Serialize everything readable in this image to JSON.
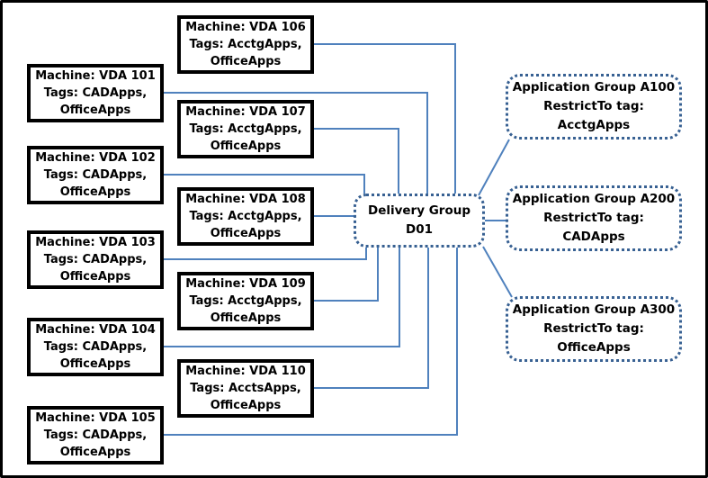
{
  "machines": [
    {
      "lines": [
        "Machine: VDA 101",
        "Tags: CADApps,",
        "OfficeApps"
      ]
    },
    {
      "lines": [
        "Machine: VDA 102",
        "Tags: CADApps,",
        "OfficeApps"
      ]
    },
    {
      "lines": [
        "Machine: VDA 103",
        "Tags: CADApps,",
        "OfficeApps"
      ]
    },
    {
      "lines": [
        "Machine: VDA 104",
        "Tags: CADApps,",
        "OfficeApps"
      ]
    },
    {
      "lines": [
        "Machine: VDA 105",
        "Tags: CADApps,",
        "OfficeApps"
      ]
    },
    {
      "lines": [
        "Machine: VDA 106",
        "Tags: AcctgApps,",
        "OfficeApps"
      ]
    },
    {
      "lines": [
        "Machine: VDA 107",
        "Tags: AcctgApps,",
        "OfficeApps"
      ]
    },
    {
      "lines": [
        "Machine: VDA 108",
        "Tags: AcctgApps,",
        "OfficeApps"
      ]
    },
    {
      "lines": [
        "Machine: VDA 109",
        "Tags: AcctgApps,",
        "OfficeApps"
      ]
    },
    {
      "lines": [
        "Machine: VDA 110",
        "Tags: AcctsApps,",
        "OfficeApps"
      ]
    }
  ],
  "delivery_group": {
    "lines": [
      "Delivery Group",
      "D01"
    ]
  },
  "application_groups": [
    {
      "lines": [
        "Application Group A100",
        "RestrictTo tag:",
        "AcctgApps"
      ]
    },
    {
      "lines": [
        "Application Group A200",
        "RestrictTo tag:",
        "CADApps"
      ]
    },
    {
      "lines": [
        "Application Group A300",
        "RestrictTo tag:",
        "OfficeApps"
      ]
    }
  ],
  "colors": {
    "connector": "#4f81bd",
    "dotted_border": "#376092",
    "box_border": "#000000",
    "text": "#000000"
  }
}
